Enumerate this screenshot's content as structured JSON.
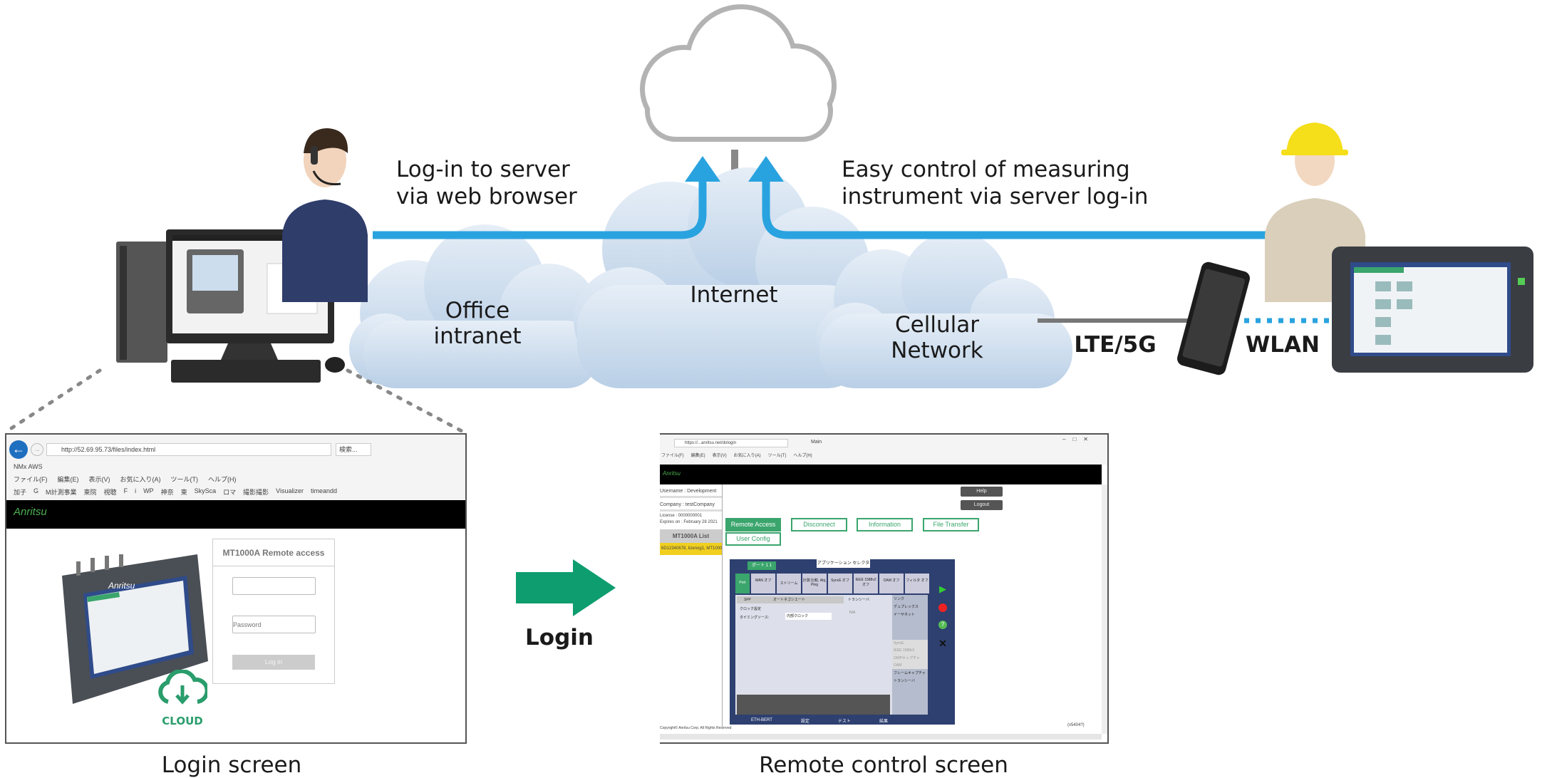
{
  "labels": {
    "login_via_browser": [
      "Log-in to server",
      "via web browser"
    ],
    "easy_control": [
      "Easy control of measuring",
      "instrument via server log-in"
    ],
    "office_intranet": [
      "Office",
      "intranet"
    ],
    "internet": "Internet",
    "cellular_network": [
      "Cellular",
      "Network"
    ],
    "lte": "LTE/5G",
    "wlan": "WLAN",
    "login_arrow": "Login",
    "login_caption": "Login screen",
    "remote_caption": "Remote control screen"
  },
  "colors": {
    "arrow_blue": "#29a3df",
    "login_green": "#0e9d6e",
    "cloud_gray": "#b3b3b3"
  },
  "login_screen": {
    "url": "http://52.69.95.73/files/index.html",
    "search": "検索...",
    "tab": "NMx AWS",
    "menu": [
      "ファイル(F)",
      "編集(E)",
      "表示(V)",
      "お気に入り(A)",
      "ツール(T)",
      "ヘルプ(H)"
    ],
    "favorites": [
      "加子",
      "G",
      "M計測事業",
      "東院",
      "視聴",
      "F",
      "i",
      "WP",
      "神奈",
      "東",
      "SkySca",
      "ロマ",
      "撮影撮影",
      "Visualizer",
      "timeandd"
    ],
    "logo": "Anritsu",
    "device_brand": "Anritsu",
    "cloud_badge": "CLOUD",
    "panel_title": "MT1000A Remote access",
    "password_placeholder": "Password",
    "login_button": "Log in"
  },
  "remote_screen": {
    "url": "https://...anritsu.net/dologin",
    "tab": "Main",
    "menu": [
      "ファイル(F)",
      "編集(E)",
      "表示(V)",
      "お気に入り(A)",
      "ツール(T)",
      "ヘルプ(H)"
    ],
    "logo": "Anritsu",
    "username": "Username : Development",
    "company": "Company : testCompany",
    "license": "License : 0000000001",
    "expires": "Expires on : February 28 2021",
    "list_title": "MT1000A List",
    "list_item": "6D12340678, lizenog1, MT1000",
    "buttons": {
      "help": "Help",
      "logout": "Logout",
      "remote_access": "Remote Access",
      "disconnect": "Disconnect",
      "information": "Information",
      "file_transfer": "File Transfer",
      "user_config": "User Config"
    },
    "instrument": {
      "port": "ポート 1 1",
      "app_selector": "アプリケーション セレクタ",
      "tabs": [
        "Port",
        "WAN オフ",
        "ストリーム",
        "計測 比較, Abj, Ping",
        "SyncE オフ",
        "IEEE 1588v2 オフ",
        "OAM オフ",
        "フィルタ オフ"
      ],
      "sfp": "SFP",
      "autoneg": "オートネゴシエート",
      "clock_setting": "クロック設定",
      "timing_source": "タイミングソース:",
      "internal_clock": "内部クロック",
      "transceiver": "トランシーバ",
      "link": "リンク",
      "duplex": "デュプレックス",
      "na": "N/A",
      "ethernet": "イーサネット",
      "side_items": [
        "SyncE",
        "IEEE 1588v2",
        "OWPキャプチャ",
        "OAM",
        "フレームキャプチャ",
        "トランシーバ"
      ],
      "status": "ETH-BERT",
      "bottom": [
        "設定",
        "テスト",
        "結果"
      ]
    },
    "copyright": "Copyright© Anritsu Corp. All Rights Reserved",
    "version": "(v5404?)"
  }
}
